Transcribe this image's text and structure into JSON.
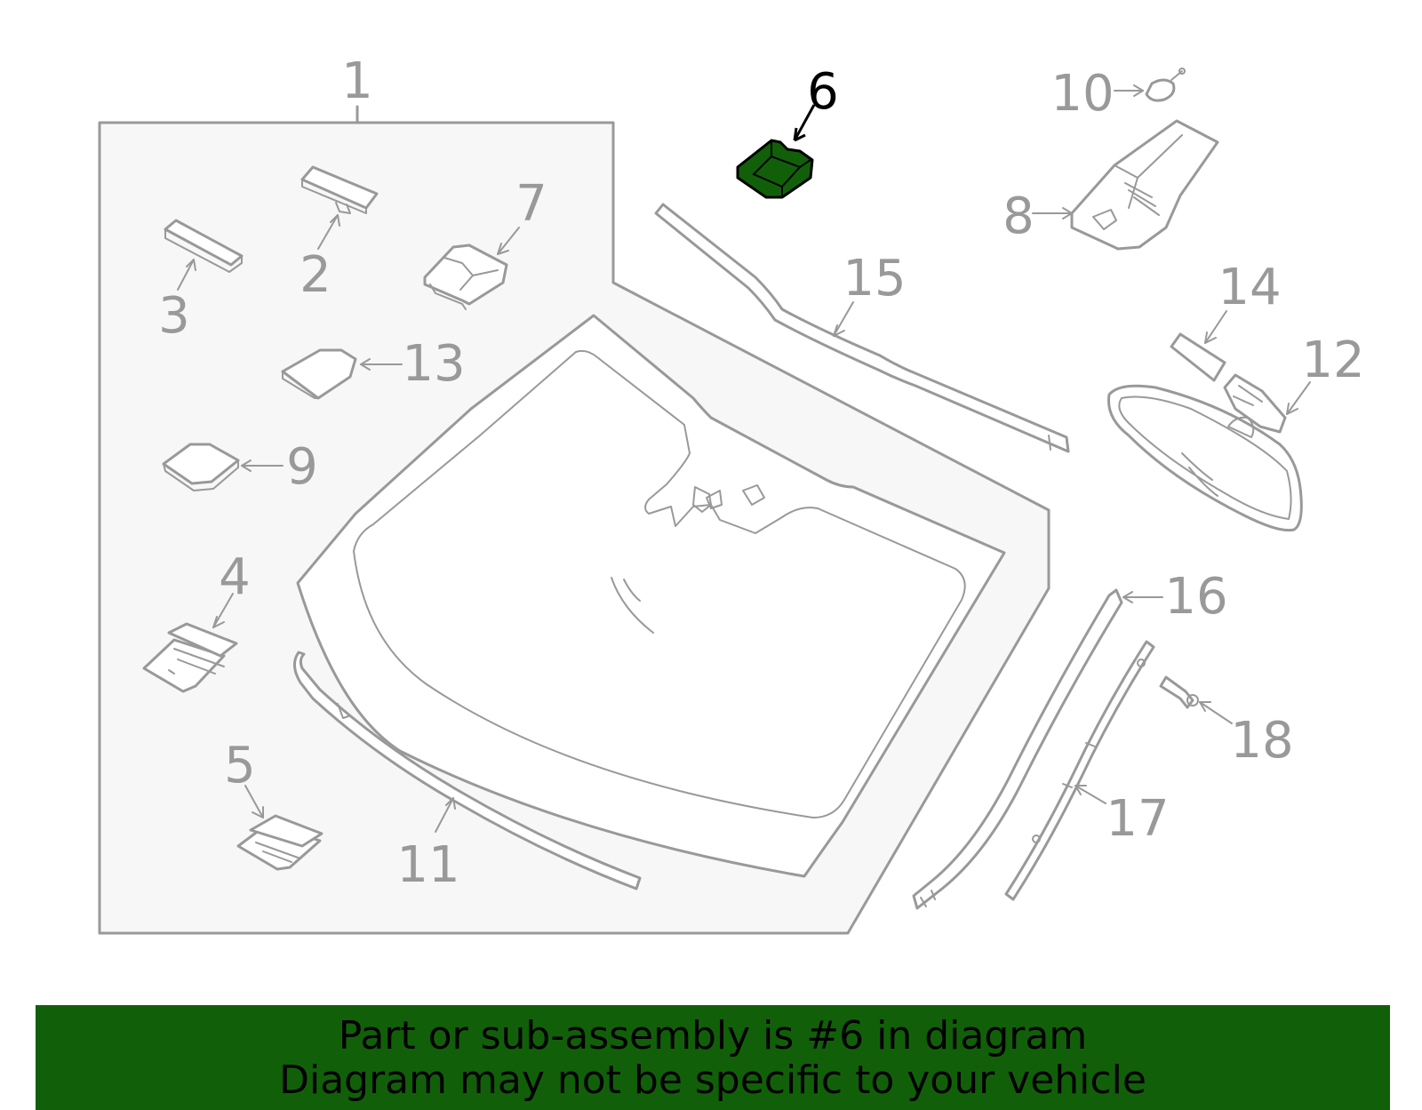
{
  "diagram": {
    "highlight_color": "#116009",
    "line_color": "#999999",
    "callouts": [
      "1",
      "2",
      "3",
      "4",
      "5",
      "6",
      "7",
      "8",
      "9",
      "10",
      "11",
      "12",
      "13",
      "14",
      "15",
      "16",
      "17",
      "18"
    ],
    "highlighted_callout": "6"
  },
  "banner": {
    "background": "#116009",
    "line1": "Part or sub-assembly is #6 in diagram",
    "line2": "Diagram may not be specific to your vehicle"
  }
}
